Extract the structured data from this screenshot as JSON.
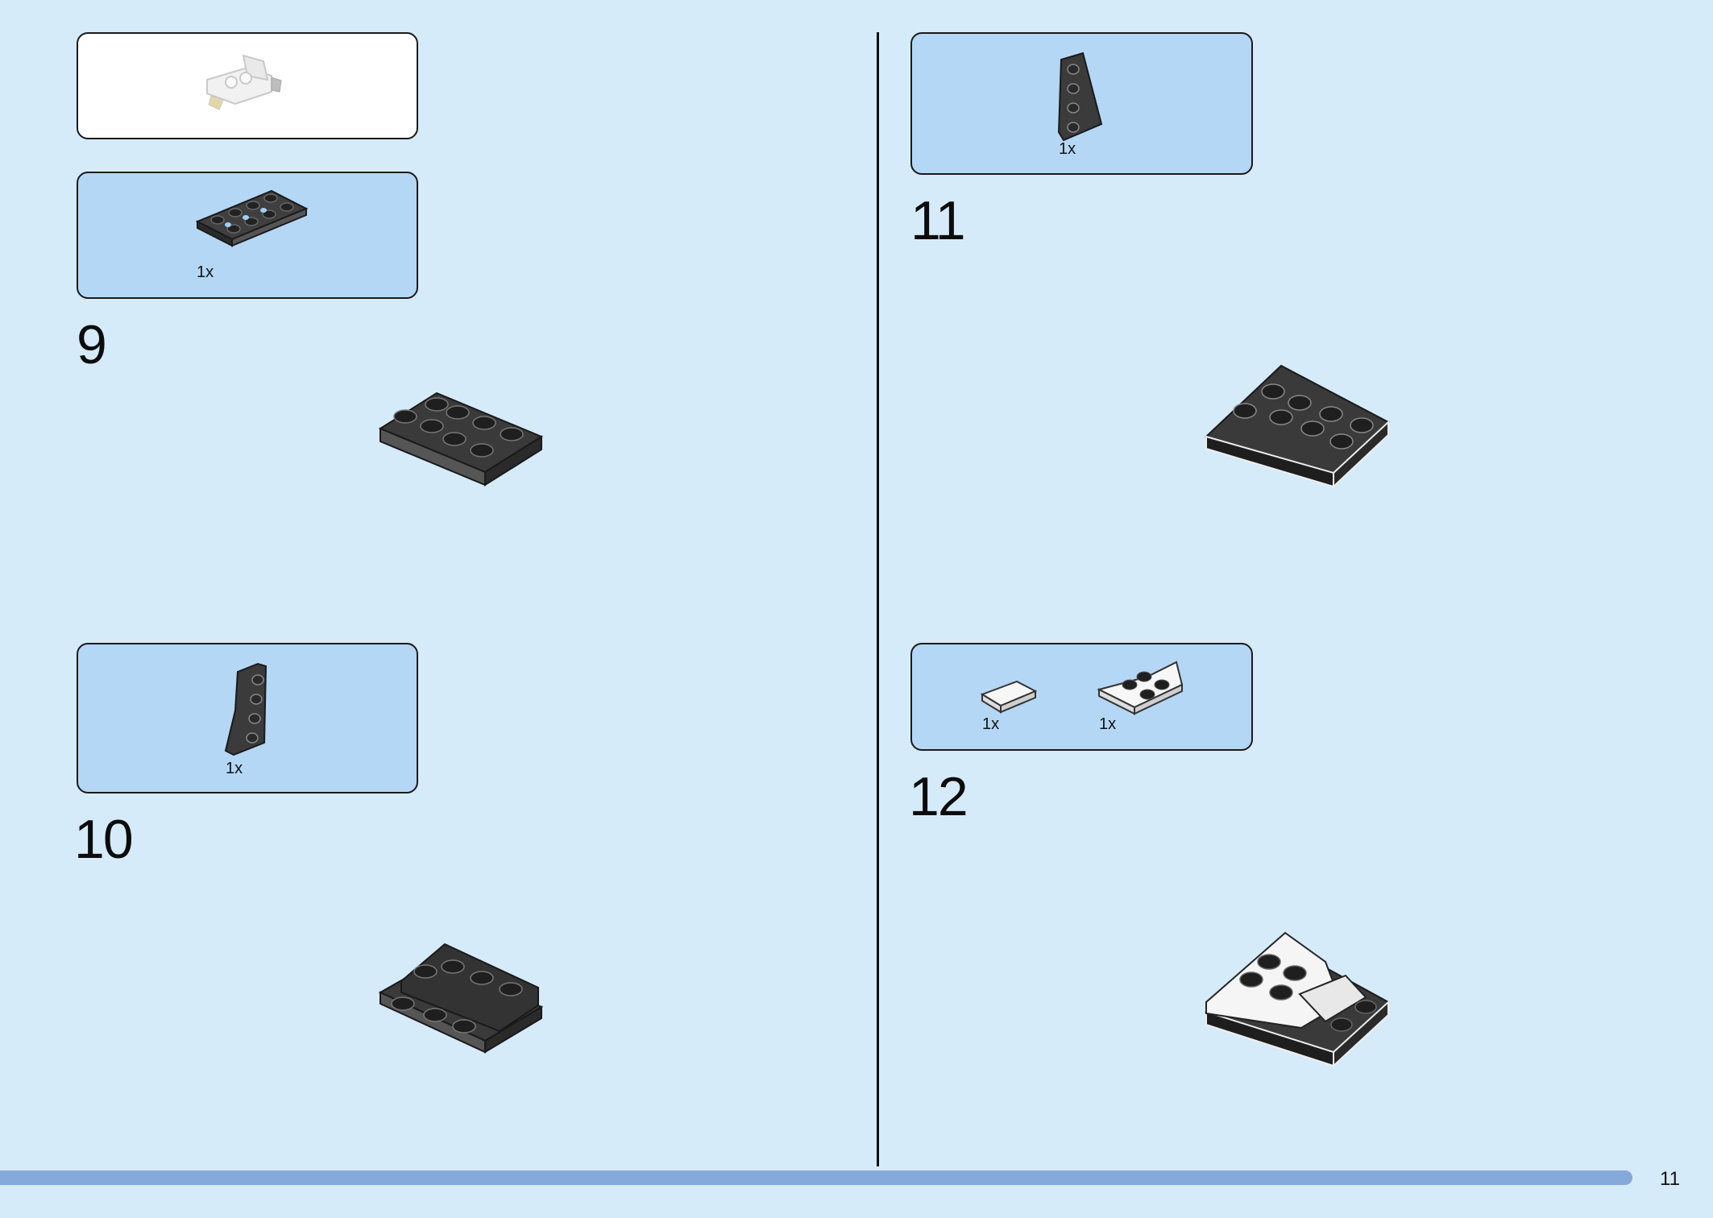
{
  "page": {
    "number": "11"
  },
  "left": {
    "previous_model_box": {
      "icon": "model-preview-icon"
    },
    "steps": [
      {
        "number": "9",
        "parts": [
          {
            "qty": "1x",
            "icon": "plate-2x4-technic-icon"
          }
        ]
      },
      {
        "number": "10",
        "parts": [
          {
            "qty": "1x",
            "icon": "wedge-plate-icon"
          }
        ]
      }
    ]
  },
  "right": {
    "steps": [
      {
        "number": "11",
        "parts": [
          {
            "qty": "1x",
            "icon": "wedge-plate-icon"
          }
        ]
      },
      {
        "number": "12",
        "parts": [
          {
            "qty": "1x",
            "icon": "white-tile-icon"
          },
          {
            "qty": "1x",
            "icon": "white-wedge-plate-icon"
          }
        ]
      }
    ]
  },
  "colors": {
    "background": "#d5ebfa",
    "parts_box": "#b4d7f5",
    "progress_bar": "#86a9db",
    "brick": "#3c3c3c"
  }
}
